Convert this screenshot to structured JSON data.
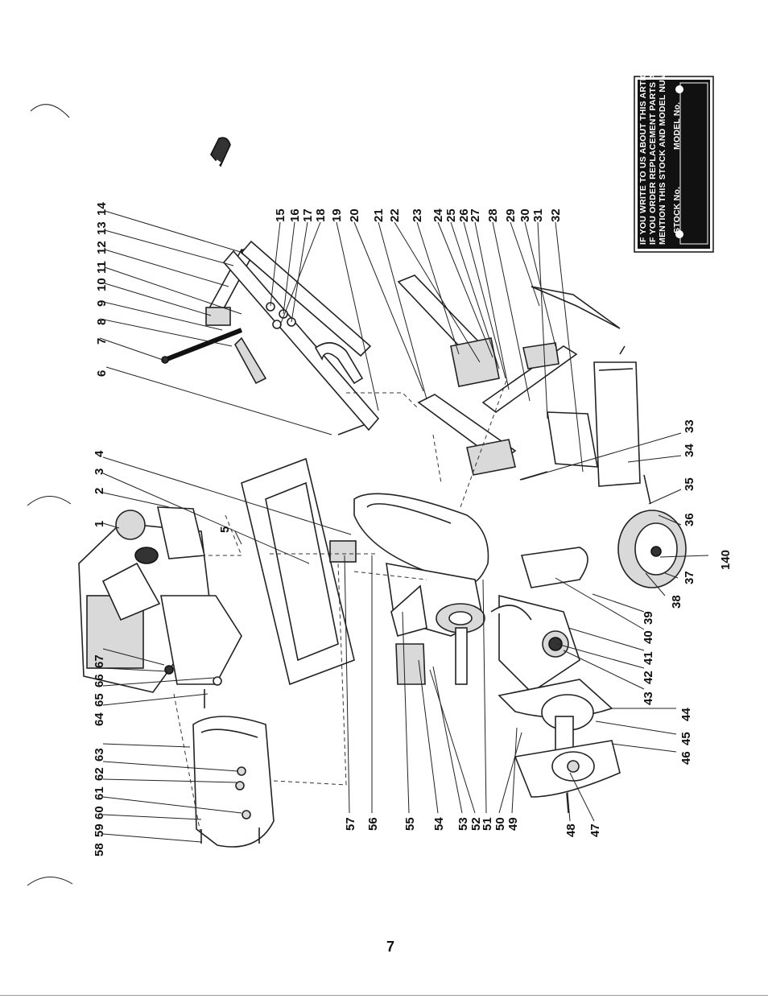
{
  "page_number": "7",
  "nameplate": {
    "line1": "IF YOU WRITE TO US ABOUT THIS ARTICLE OR",
    "line2": "IF YOU ORDER REPLACEMENT PARTS ALWAYS",
    "line3": "MENTION THIS STOCK AND MODEL NUMBER",
    "stock_label": "STOCK No.",
    "model_label": "MODEL No."
  },
  "callouts": {
    "c1": "1",
    "c2": "2",
    "c3": "3",
    "c4": "4",
    "c5": "5",
    "c6": "6",
    "c7": "7",
    "c8": "8",
    "c9": "9",
    "c10": "10",
    "c11": "11",
    "c12": "12",
    "c13": "13",
    "c14": "14",
    "c15": "15",
    "c16": "16",
    "c17": "17",
    "c18": "18",
    "c19": "19",
    "c20": "20",
    "c21": "21",
    "c22": "22",
    "c23": "23",
    "c24": "24",
    "c25": "25",
    "c26": "26",
    "c27": "27",
    "c28": "28",
    "c29": "29",
    "c30": "30",
    "c31": "31",
    "c32": "32",
    "c33": "33",
    "c34": "34",
    "c35": "35",
    "c36": "36",
    "c37": "37",
    "c38": "38",
    "c39": "39",
    "c40": "40",
    "c41": "41",
    "c42": "42",
    "c43": "43",
    "c44": "44",
    "c45": "45",
    "c46": "46",
    "c47": "47",
    "c48": "48",
    "c49": "49",
    "c50": "50",
    "c51": "51",
    "c52": "52",
    "c53": "53",
    "c54": "54",
    "c55": "55",
    "c56": "56",
    "c57": "57",
    "c58": "58",
    "c59": "59",
    "c60": "60",
    "c61": "61",
    "c62": "62",
    "c63": "63",
    "c64": "64",
    "c65": "65",
    "c66": "66",
    "c67": "67",
    "c140": "140"
  }
}
